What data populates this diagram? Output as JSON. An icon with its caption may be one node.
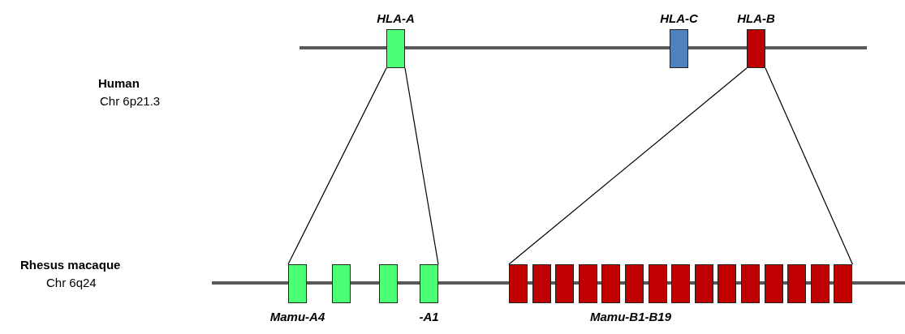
{
  "diagram": {
    "nodes": [
      {
        "text": [
          "HLA-A"
        ]
      },
      {
        "text": [
          "HLA-C"
        ]
      },
      {
        "text": [
          "HLA-B"
        ]
      },
      {
        "text": [
          "Mamu-A4"
        ]
      },
      {
        "text": [],
        "shape": "box"
      },
      {
        "text": [],
        "shape": "box"
      },
      {
        "text": [
          "-A1"
        ]
      },
      {
        "text": [],
        "shape": "box"
      },
      {
        "text": [],
        "shape": "box"
      },
      {
        "text": [],
        "shape": "box"
      },
      {
        "text": [],
        "shape": "box"
      },
      {
        "text": [],
        "shape": "box"
      },
      {
        "text": [],
        "shape": "box"
      },
      {
        "text": [],
        "shape": "box"
      },
      {
        "text": [],
        "shape": "box"
      },
      {
        "text": [],
        "shape": "box"
      },
      {
        "text": [],
        "shape": "box"
      },
      {
        "text": [],
        "shape": "box"
      },
      {
        "text": [],
        "shape": "box"
      },
      {
        "text": [],
        "shape": "box"
      },
      {
        "text": [],
        "shape": "box"
      },
      {
        "text": [],
        "shape": "box"
      }
    ],
    "edges": [
      {
        "from": 0,
        "to": 3,
        "arrow": "none"
      },
      {
        "from": 0,
        "to": 6,
        "arrow": "none"
      },
      {
        "from": 2,
        "to": 7,
        "arrow": "none"
      },
      {
        "from": 2,
        "to": 21,
        "arrow": "none"
      }
    ],
    "labels": [
      "Human",
      "Chr 6p21.3",
      "Rhesus macaque",
      "Chr 6q24",
      "Mamu-B1-B19"
    ]
  }
}
